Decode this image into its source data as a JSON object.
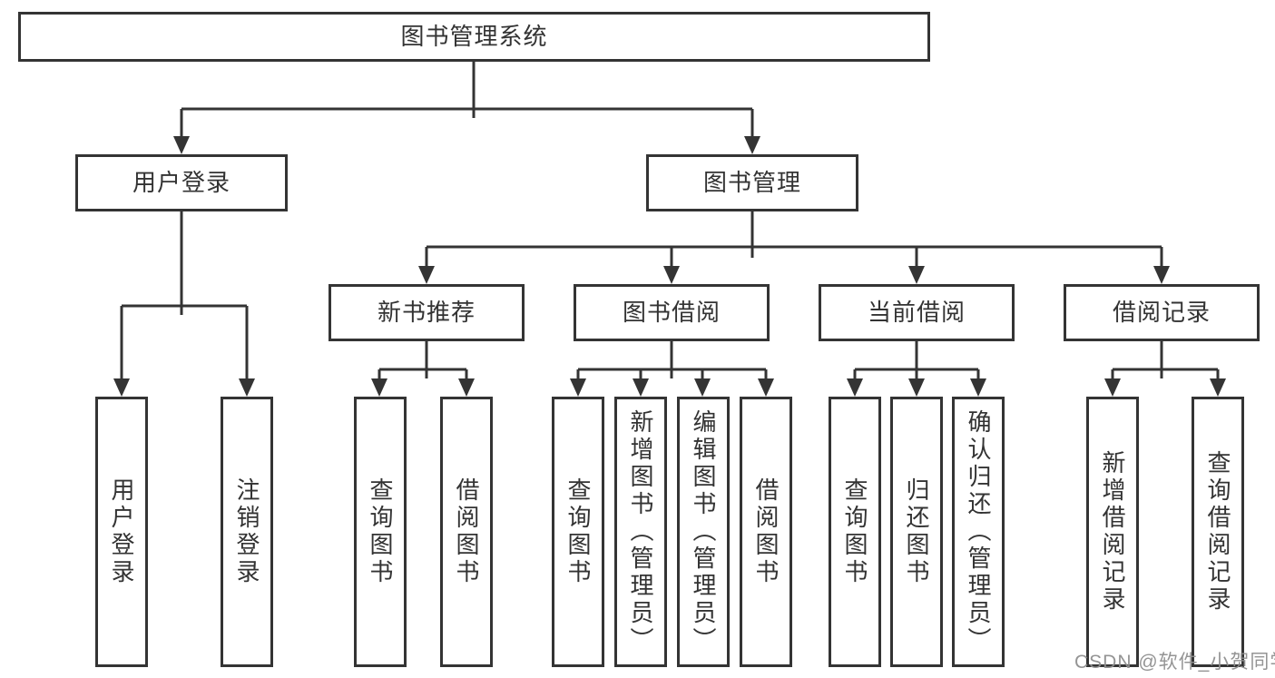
{
  "colors": {
    "line": "#343434",
    "box_border": "#343434",
    "text": "#333333",
    "background": "#ffffff",
    "watermark": "#8f8f8f"
  },
  "watermark": {
    "text": "CSDN @软件_小贺同学"
  },
  "tree": {
    "root": {
      "label": "图书管理系统"
    },
    "level2": [
      {
        "label": "用户登录",
        "children": [
          {
            "label": "用户登录"
          },
          {
            "label": "注销登录"
          }
        ]
      },
      {
        "label": "图书管理",
        "children": [
          {
            "label": "新书推荐",
            "children": [
              {
                "label": "查询图书"
              },
              {
                "label": "借阅图书"
              }
            ]
          },
          {
            "label": "图书借阅",
            "children": [
              {
                "label": "查询图书"
              },
              {
                "label": "新增图书（管理员）"
              },
              {
                "label": "编辑图书（管理员）"
              },
              {
                "label": "借阅图书"
              }
            ]
          },
          {
            "label": "当前借阅",
            "children": [
              {
                "label": "查询图书"
              },
              {
                "label": "归还图书"
              },
              {
                "label": "确认归还（管理员）"
              }
            ]
          },
          {
            "label": "借阅记录",
            "children": [
              {
                "label": "新增借阅记录"
              },
              {
                "label": "查询借阅记录"
              }
            ]
          }
        ]
      }
    ]
  }
}
